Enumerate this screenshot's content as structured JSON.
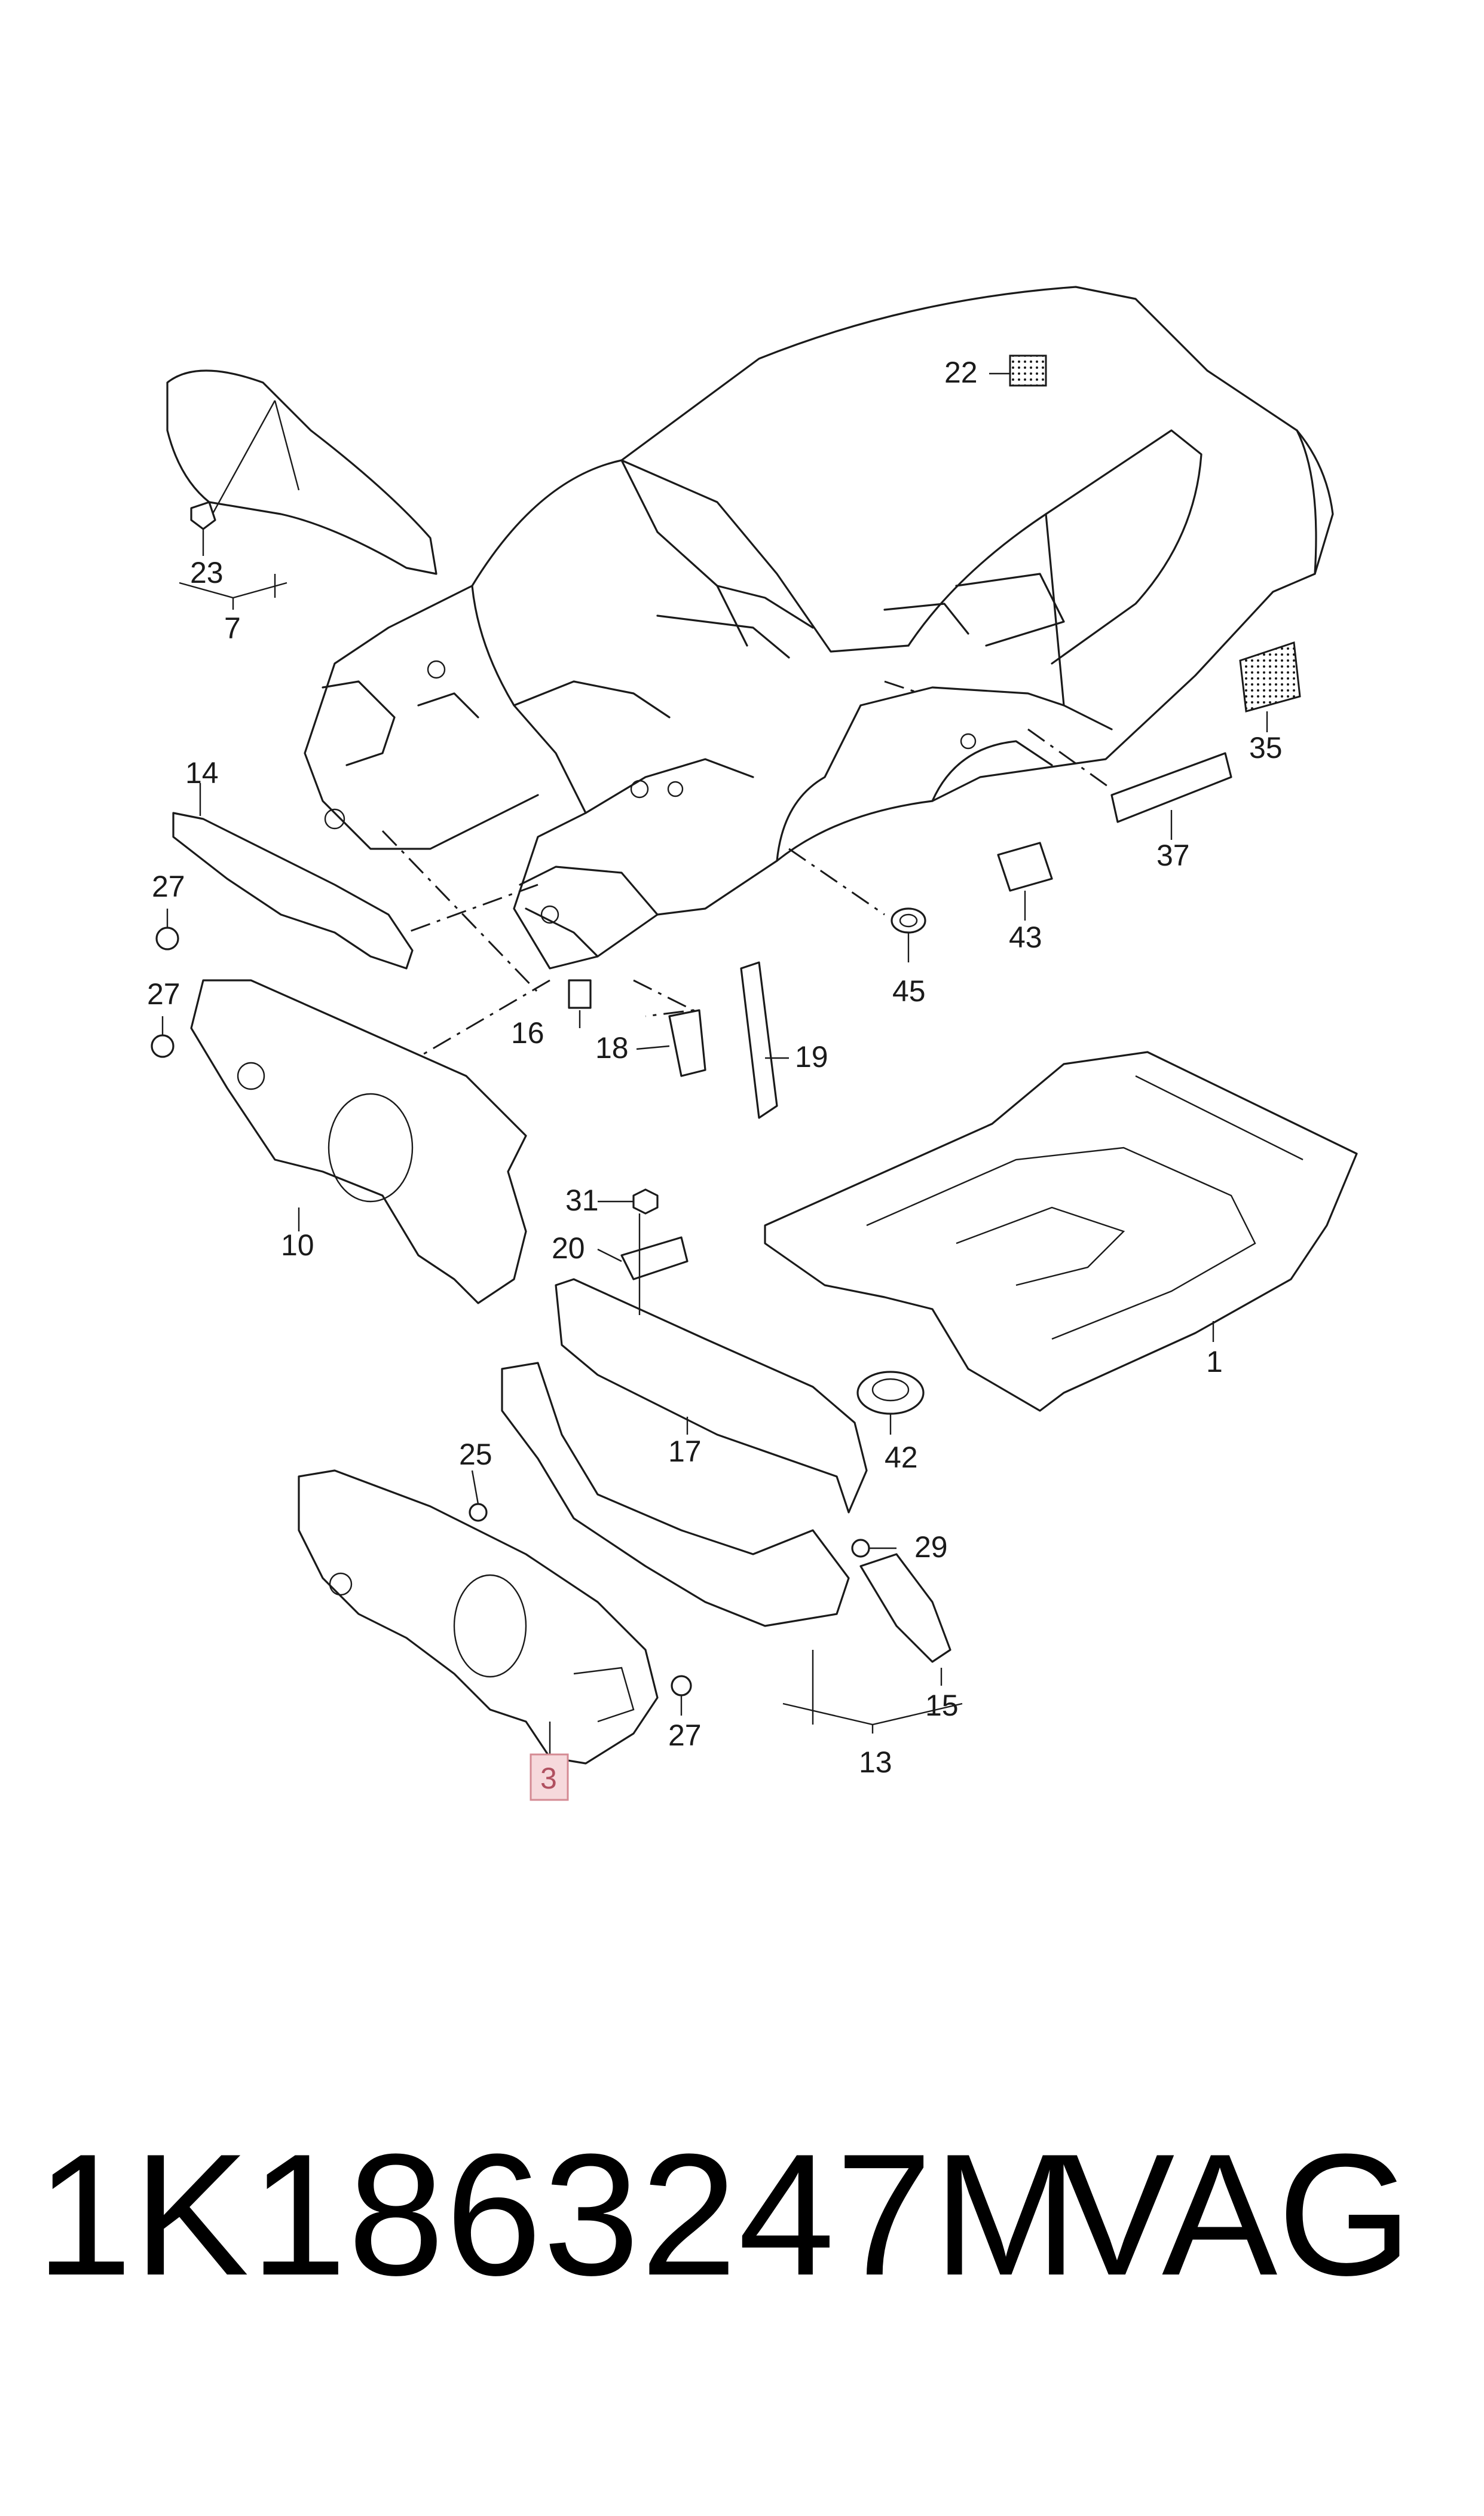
{
  "callouts": {
    "c1": "1",
    "c3": "3",
    "c7": "7",
    "c10": "10",
    "c13": "13",
    "c14": "14",
    "c15": "15",
    "c16": "16",
    "c17": "17",
    "c18": "18",
    "c19": "19",
    "c20": "20",
    "c22": "22",
    "c23": "23",
    "c25": "25",
    "c27a": "27",
    "c27b": "27",
    "c27c": "27",
    "c29": "29",
    "c31": "31",
    "c35": "35",
    "c37": "37",
    "c42": "42",
    "c43": "43",
    "c45": "45"
  },
  "highlighted_callout": "3",
  "footer": {
    "part_number": "1K1863247M",
    "brand": "VAG"
  }
}
